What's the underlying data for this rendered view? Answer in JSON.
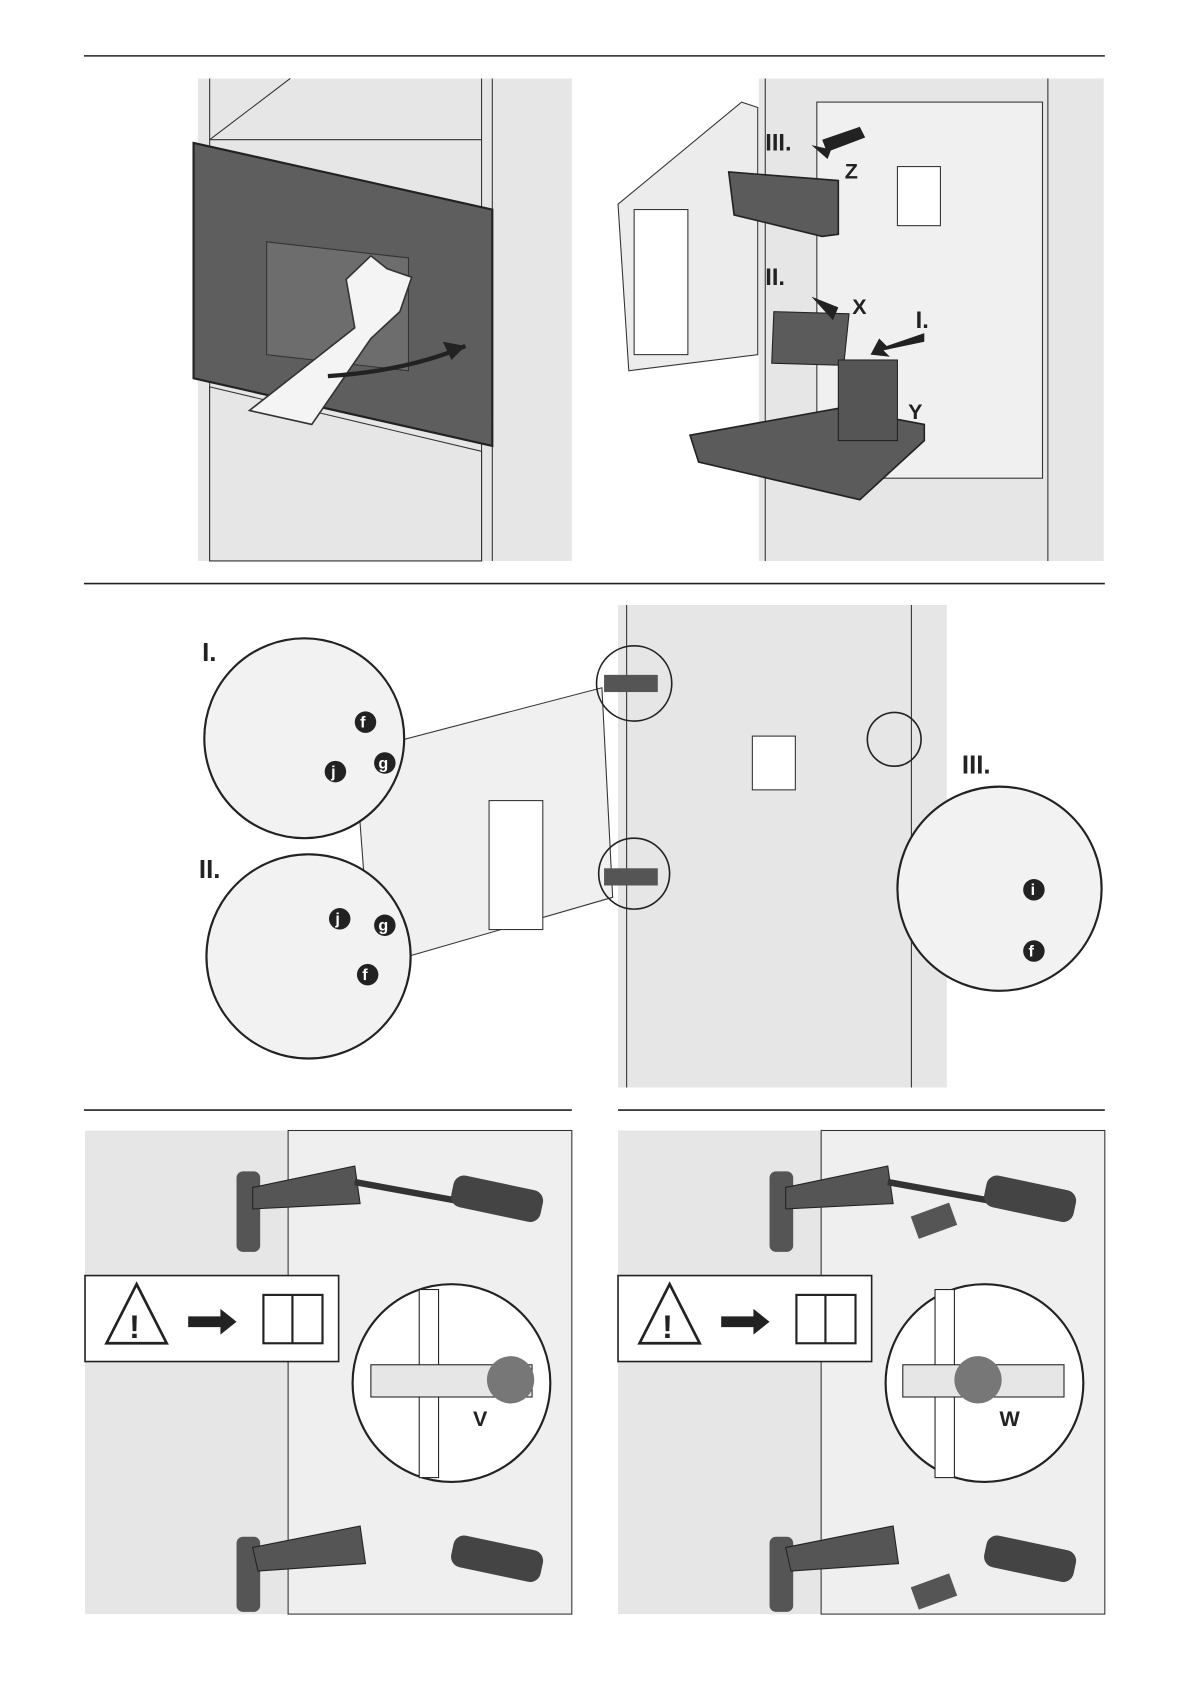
{
  "colors": {
    "line": "#222222",
    "panel": "#e6e6e6",
    "dark": "#5a5a5a",
    "darker": "#444444"
  },
  "step1": {
    "icon": "hand-open-door"
  },
  "step2": {
    "labels": {
      "step3": "III.",
      "z": "Z",
      "step2": "II.",
      "x": "X",
      "step1": "I.",
      "y": "Y"
    }
  },
  "step3": {
    "detail1": "I.",
    "detail2": "II.",
    "detail3": "III.",
    "d1_parts": [
      "f",
      "j",
      "g"
    ],
    "d2_parts": [
      "j",
      "g",
      "f"
    ],
    "d3_parts": [
      "i",
      "f"
    ]
  },
  "step4": {
    "label": "V",
    "warning_icon": "warning-triangle",
    "book_icon": "manual-book"
  },
  "step5": {
    "label": "W",
    "warning_icon": "warning-triangle",
    "book_icon": "manual-book"
  }
}
